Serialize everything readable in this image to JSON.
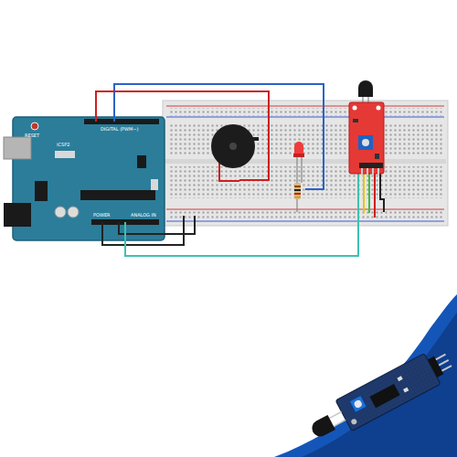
{
  "diagram": {
    "labels": [
      "RESET",
      "ICSP2",
      "DIGITAL (PWM~)",
      "POWER",
      "ANALOG IN"
    ]
  }
}
